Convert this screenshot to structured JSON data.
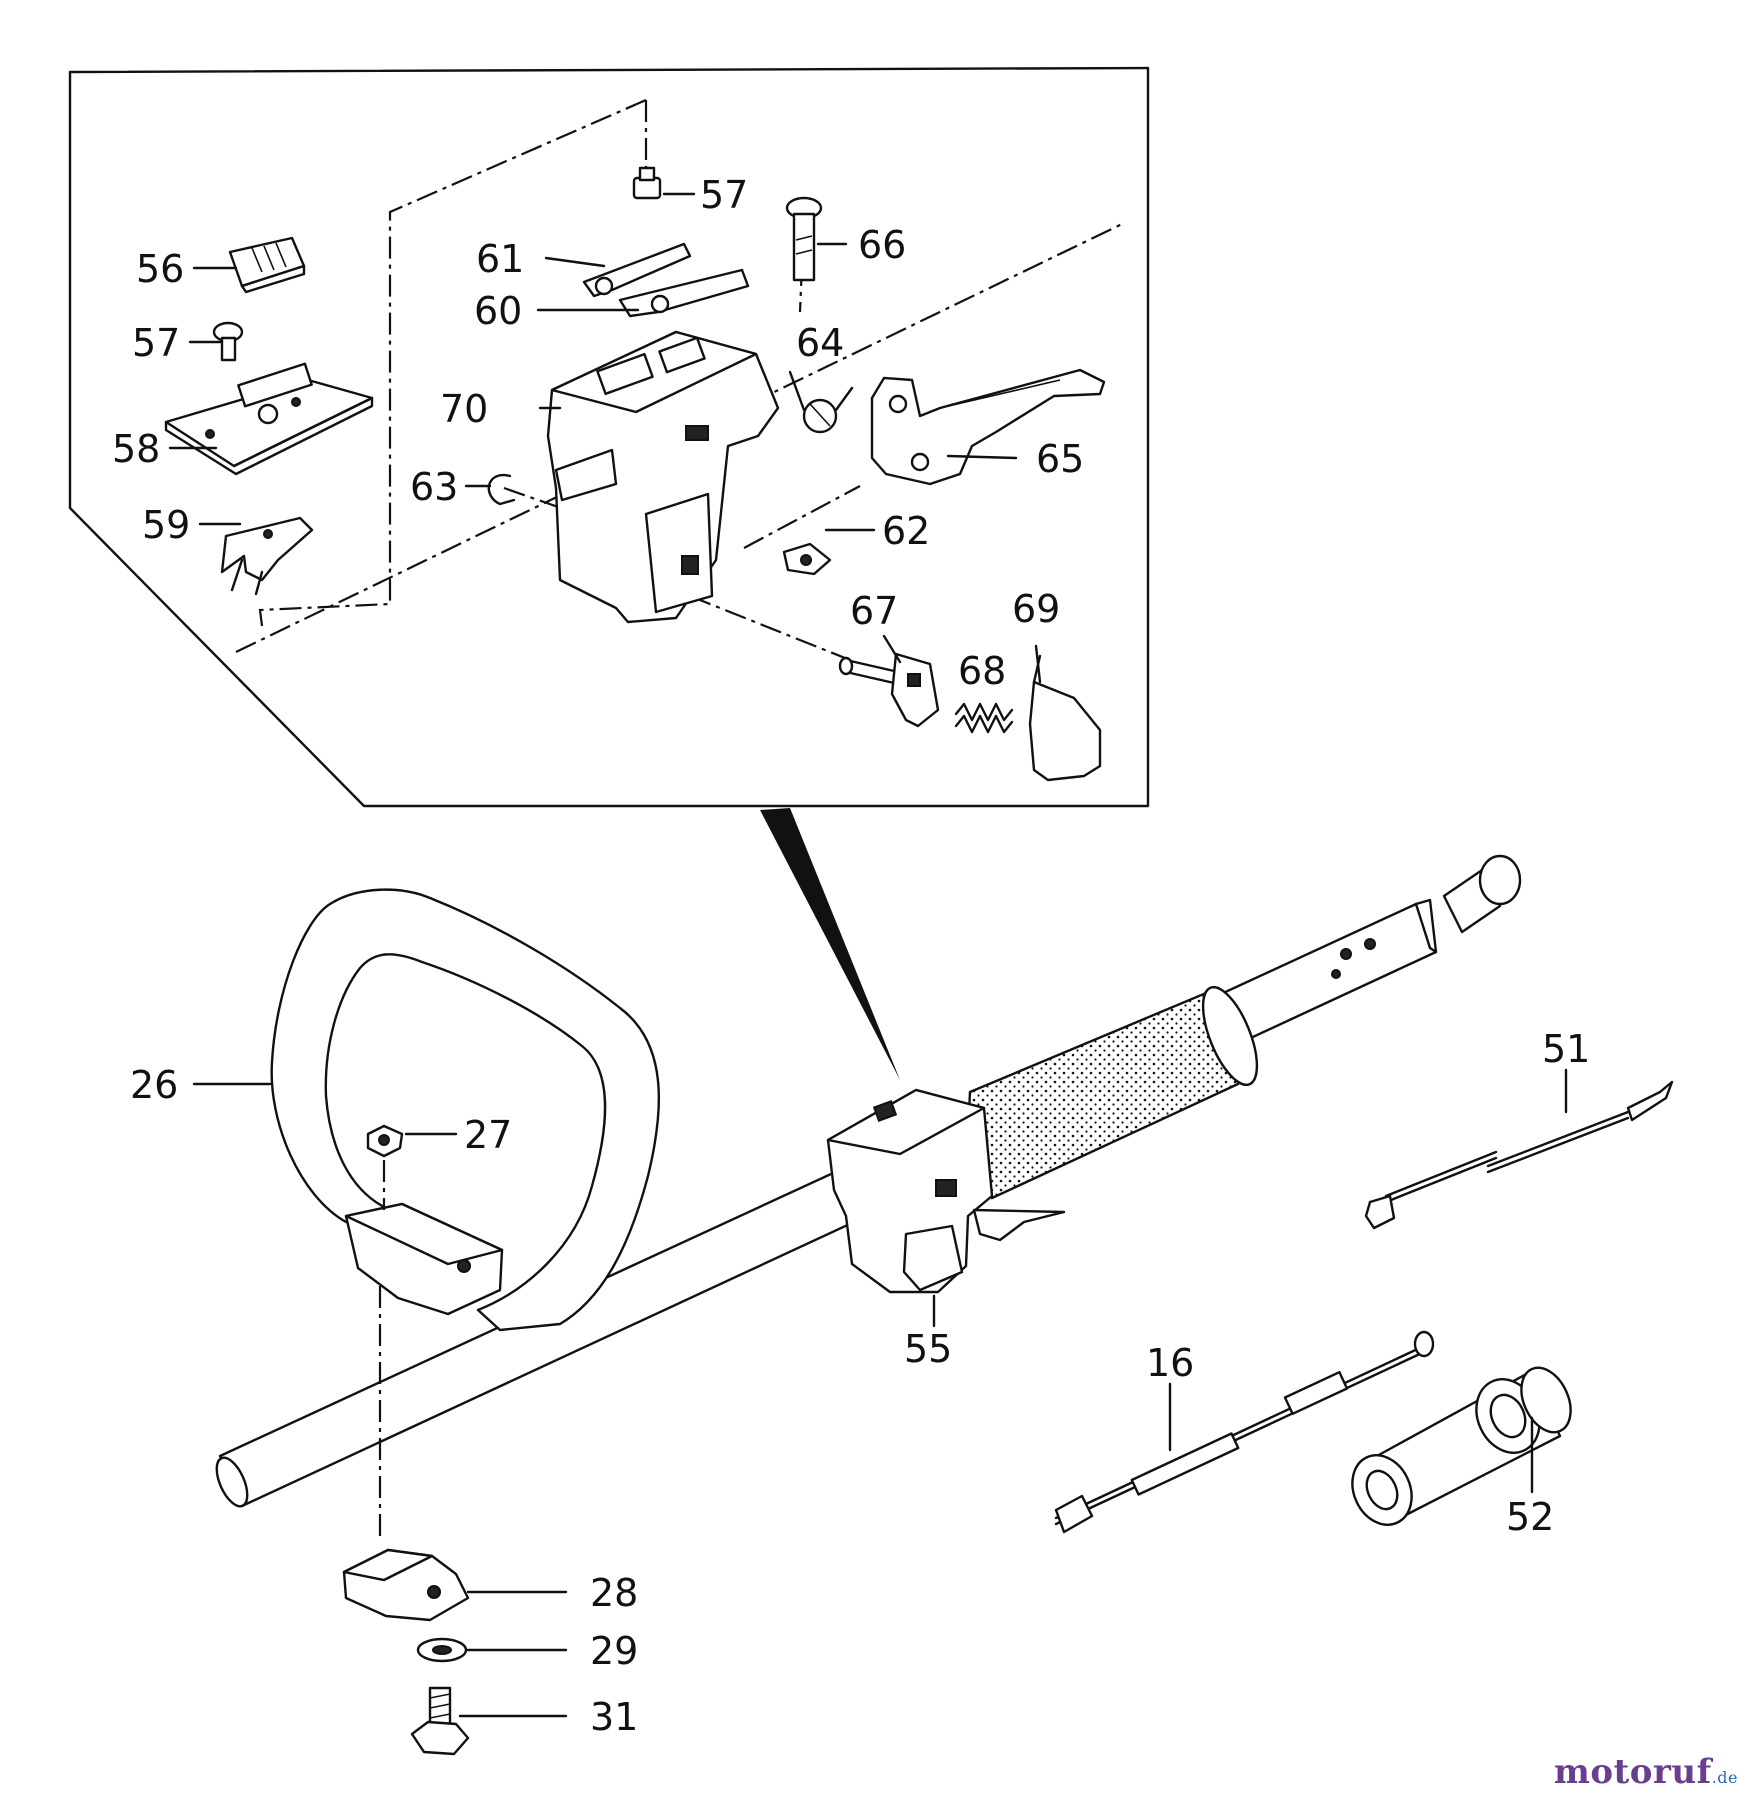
{
  "parts": [
    {
      "id": "p57a",
      "label": "57"
    },
    {
      "id": "p66",
      "label": "66"
    },
    {
      "id": "p56",
      "label": "56"
    },
    {
      "id": "p61",
      "label": "61"
    },
    {
      "id": "p60",
      "label": "60"
    },
    {
      "id": "p57b",
      "label": "57"
    },
    {
      "id": "p64",
      "label": "64"
    },
    {
      "id": "p70",
      "label": "70"
    },
    {
      "id": "p58",
      "label": "58"
    },
    {
      "id": "p65",
      "label": "65"
    },
    {
      "id": "p63",
      "label": "63"
    },
    {
      "id": "p62",
      "label": "62"
    },
    {
      "id": "p59",
      "label": "59"
    },
    {
      "id": "p67",
      "label": "67"
    },
    {
      "id": "p69",
      "label": "69"
    },
    {
      "id": "p68",
      "label": "68"
    },
    {
      "id": "p26",
      "label": "26"
    },
    {
      "id": "p27",
      "label": "27"
    },
    {
      "id": "p51",
      "label": "51"
    },
    {
      "id": "p55",
      "label": "55"
    },
    {
      "id": "p16",
      "label": "16"
    },
    {
      "id": "p52",
      "label": "52"
    },
    {
      "id": "p28",
      "label": "28"
    },
    {
      "id": "p29",
      "label": "29"
    },
    {
      "id": "p31",
      "label": "31"
    }
  ],
  "watermark": {
    "main": "motoruf",
    "tld": ".de"
  },
  "colors": {
    "line": "#111111",
    "watermark_main": "#6a3e8f",
    "watermark_tld": "#2b6ab0"
  }
}
